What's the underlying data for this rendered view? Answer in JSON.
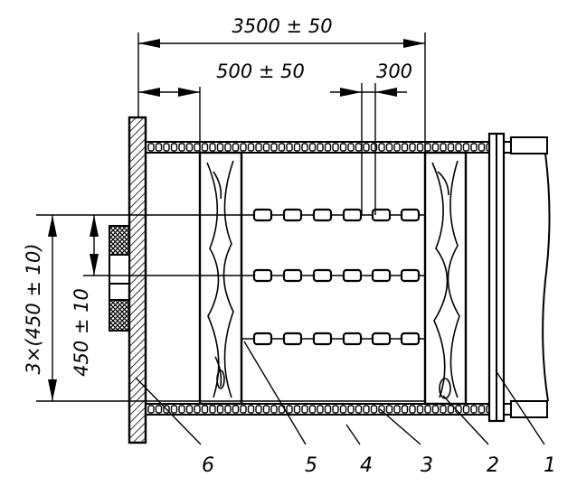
{
  "dimensions": {
    "overall_length": "3500 ± 50",
    "spacer_distance": "500 ± 50",
    "link_pitch": "300",
    "vertical_total": "3×(450 ± 10)",
    "vertical_step": "450 ± 10"
  },
  "callouts": [
    "6",
    "5",
    "4",
    "3",
    "2",
    "1"
  ]
}
